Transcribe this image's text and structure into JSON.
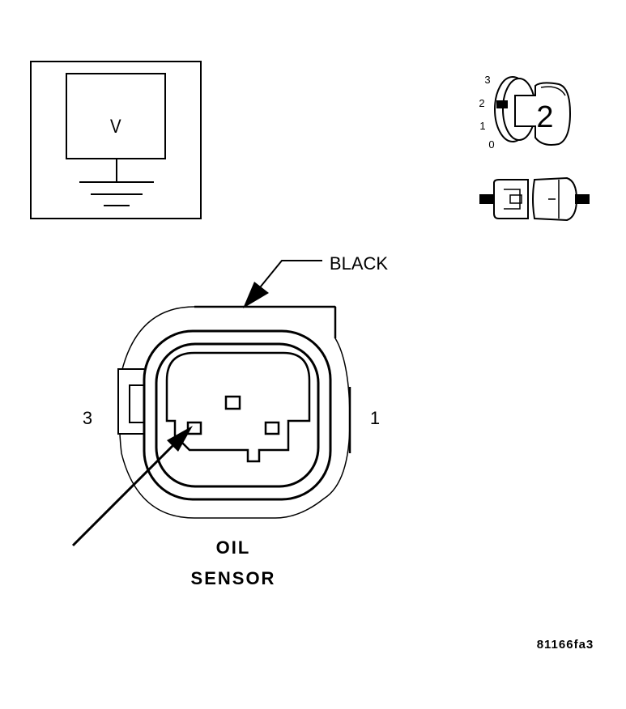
{
  "meter": {
    "symbol": "V"
  },
  "ignition_switch": {
    "positions": [
      "3",
      "2",
      "1",
      "0"
    ],
    "key_position": "2"
  },
  "connector": {
    "color": "BLACK",
    "pin_left": "3",
    "pin_right": "1"
  },
  "sensor_label": {
    "line1": "OIL",
    "line2": "SENSOR"
  },
  "figure_id": "81166fa3",
  "colors": {
    "ink": "#000000",
    "background": "#ffffff"
  }
}
